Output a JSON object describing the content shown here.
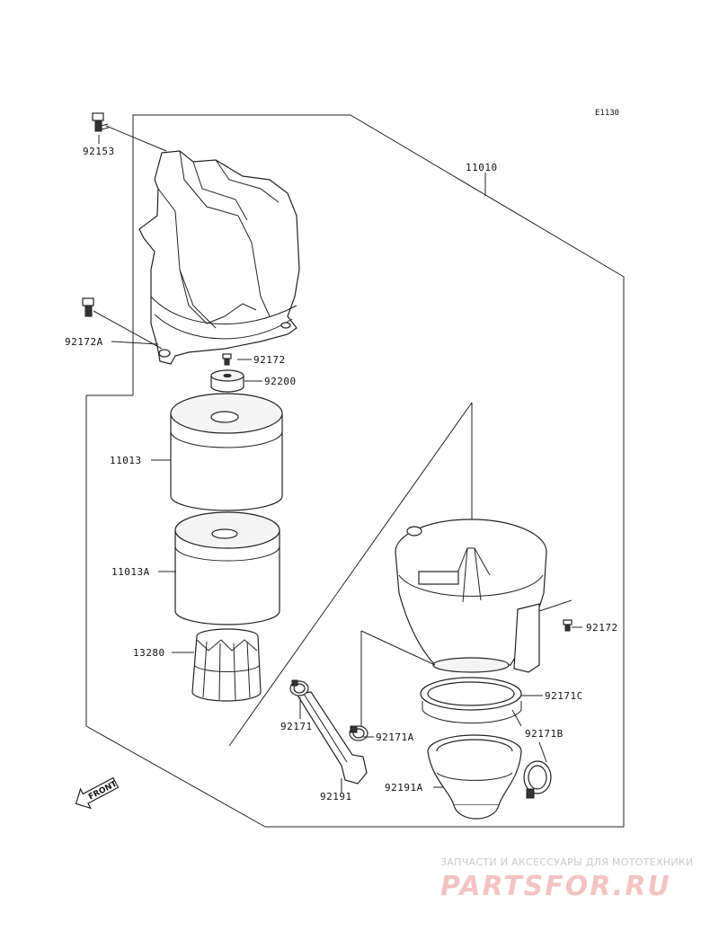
{
  "diagram_code": "E1130",
  "labels": {
    "p92153": "92153",
    "p11010": "11010",
    "p92172A": "92172A",
    "p92172_top": "92172",
    "p92200": "92200",
    "p11013": "11013",
    "p11013A": "11013A",
    "p13280": "13280",
    "p92172_right": "92172",
    "p92171C": "92171C",
    "p92171": "92171",
    "p92171A": "92171A",
    "p92171B": "92171B",
    "p92191": "92191",
    "p92191A": "92191A"
  },
  "front_label": "FRONT",
  "watermark": {
    "tagline": "ЗАПЧАСТИ И АКСЕССУАРЫ ДЛЯ МОТОТЕХНИКИ",
    "brand": "PARTSFOR.RU"
  }
}
